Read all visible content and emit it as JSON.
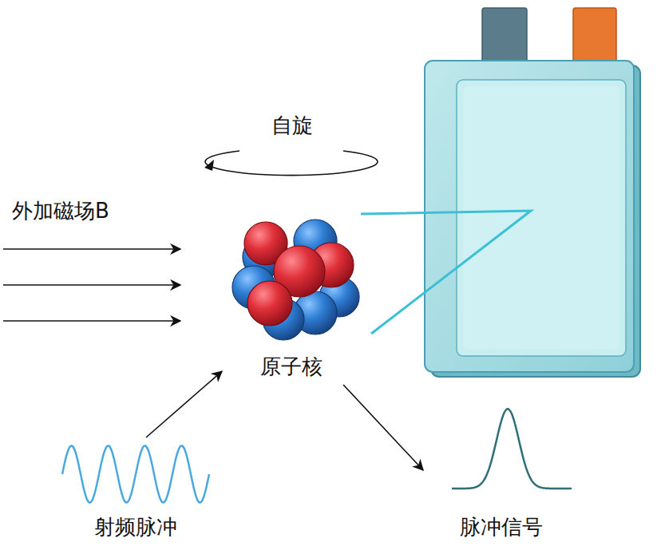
{
  "diagram": {
    "nodes": [
      {
        "text": [
          "原子核"
        ]
      },
      {
        "text": [
          "射频脉冲"
        ]
      },
      {
        "text": [
          "脉冲信号"
        ]
      }
    ],
    "edges": [
      {
        "from": 1,
        "to": 0,
        "arrow": "to"
      },
      {
        "from": 0,
        "to": 2,
        "arrow": "to"
      }
    ],
    "labels": [
      "自旋",
      "外加磁场B"
    ]
  }
}
